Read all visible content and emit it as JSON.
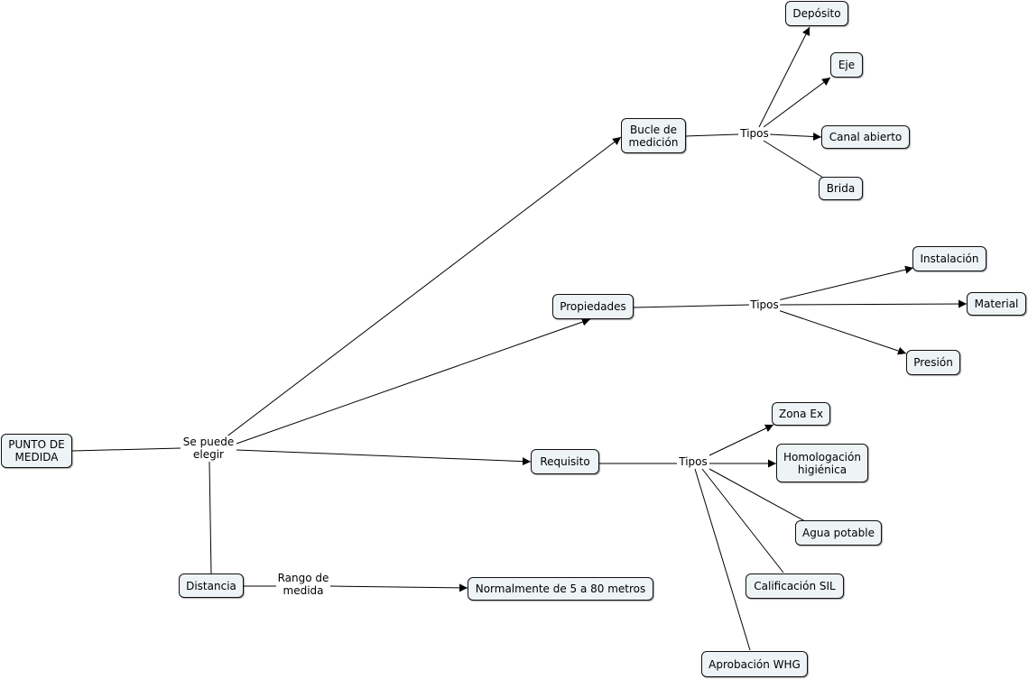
{
  "concepts": {
    "punto": "PUNTO DE\nMEDIDA",
    "bucle": "Bucle de\nmedición",
    "deposito": "Depósito",
    "eje": "Eje",
    "canal": "Canal abierto",
    "brida": "Brida",
    "propiedades": "Propiedades",
    "instalacion": "Instalación",
    "material": "Material",
    "presion": "Presión",
    "requisito": "Requisito",
    "zona": "Zona Ex",
    "homologacion": "Homologación\nhigiénica",
    "agua": "Agua potable",
    "sil": "Calificación SIL",
    "whg": "Aprobación WHG",
    "distancia": "Distancia",
    "normalmente": "Normalmente de 5 a 80 metros"
  },
  "phrases": {
    "se_puede": "Se puede\nelegir",
    "tipos_bucle": "Tipos",
    "tipos_prop": "Tipos",
    "tipos_req": "Tipos",
    "rango": "Rango de\nmedida"
  }
}
